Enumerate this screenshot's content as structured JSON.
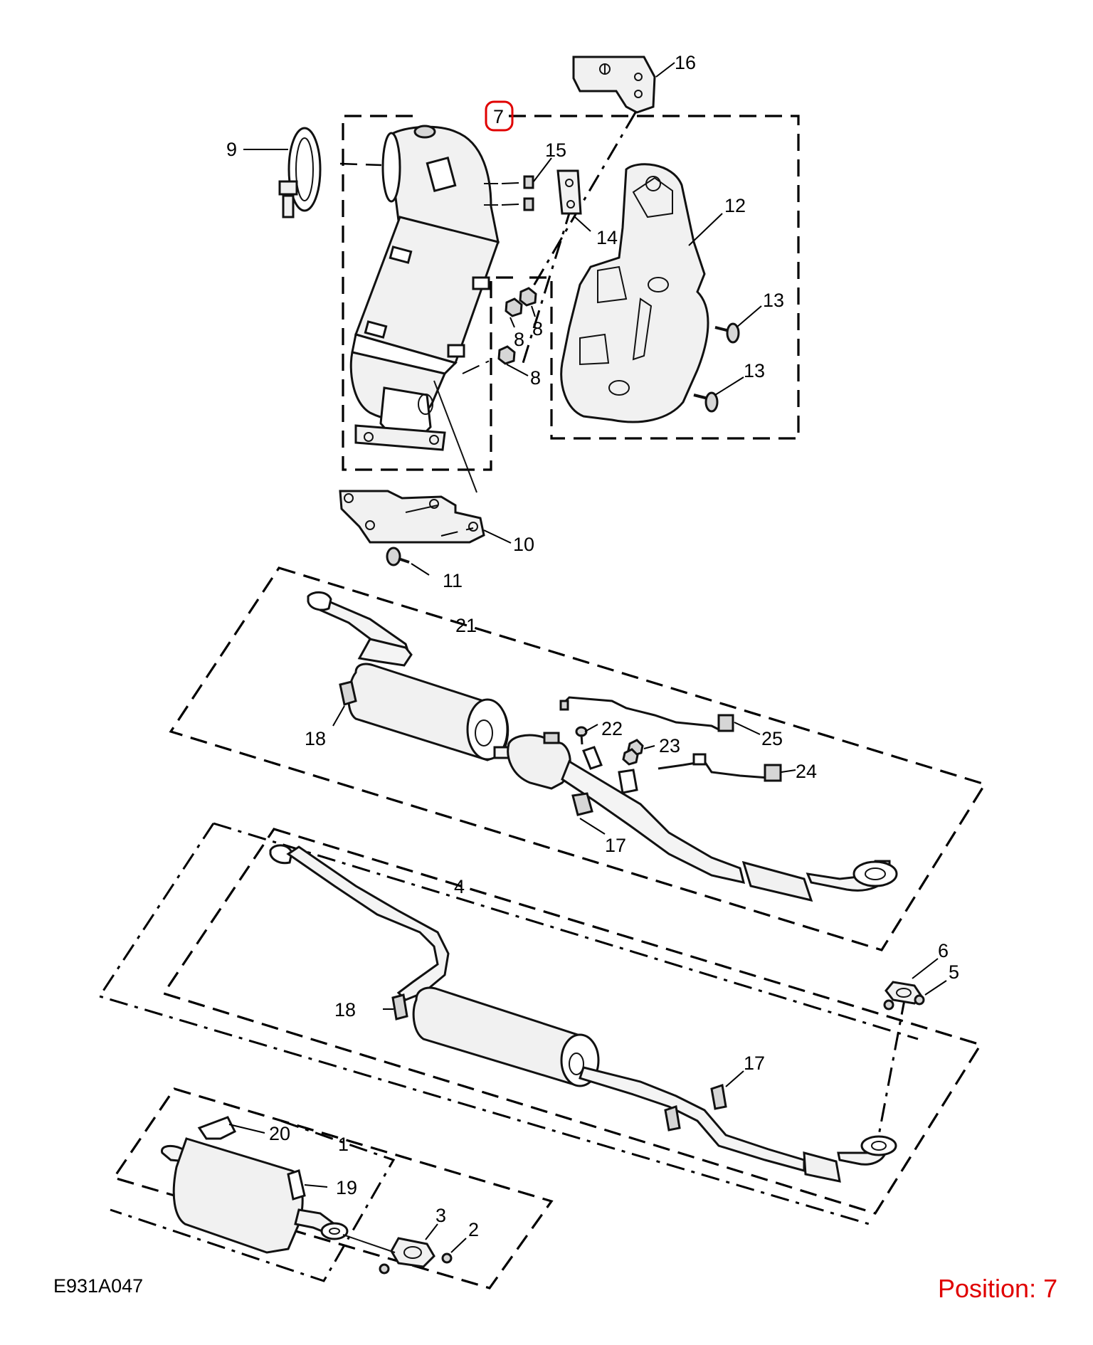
{
  "diagram": {
    "code": "E931A047",
    "position_label": "Position: 7",
    "highlight_color": "#e00000",
    "labels": {
      "p1": "1",
      "p2": "2",
      "p3": "3",
      "p4": "4",
      "p5": "5",
      "p6": "6",
      "p7": "7",
      "p8a": "8",
      "p8b": "8",
      "p8c": "8",
      "p9": "9",
      "p10": "10",
      "p11": "11",
      "p12": "12",
      "p13a": "13",
      "p13b": "13",
      "p14": "14",
      "p15": "15",
      "p16": "16",
      "p17a": "17",
      "p17b": "17",
      "p18a": "18",
      "p18b": "18",
      "p19": "19",
      "p20": "20",
      "p21": "21",
      "p22": "22",
      "p23": "23",
      "p24": "24",
      "p25": "25"
    }
  }
}
